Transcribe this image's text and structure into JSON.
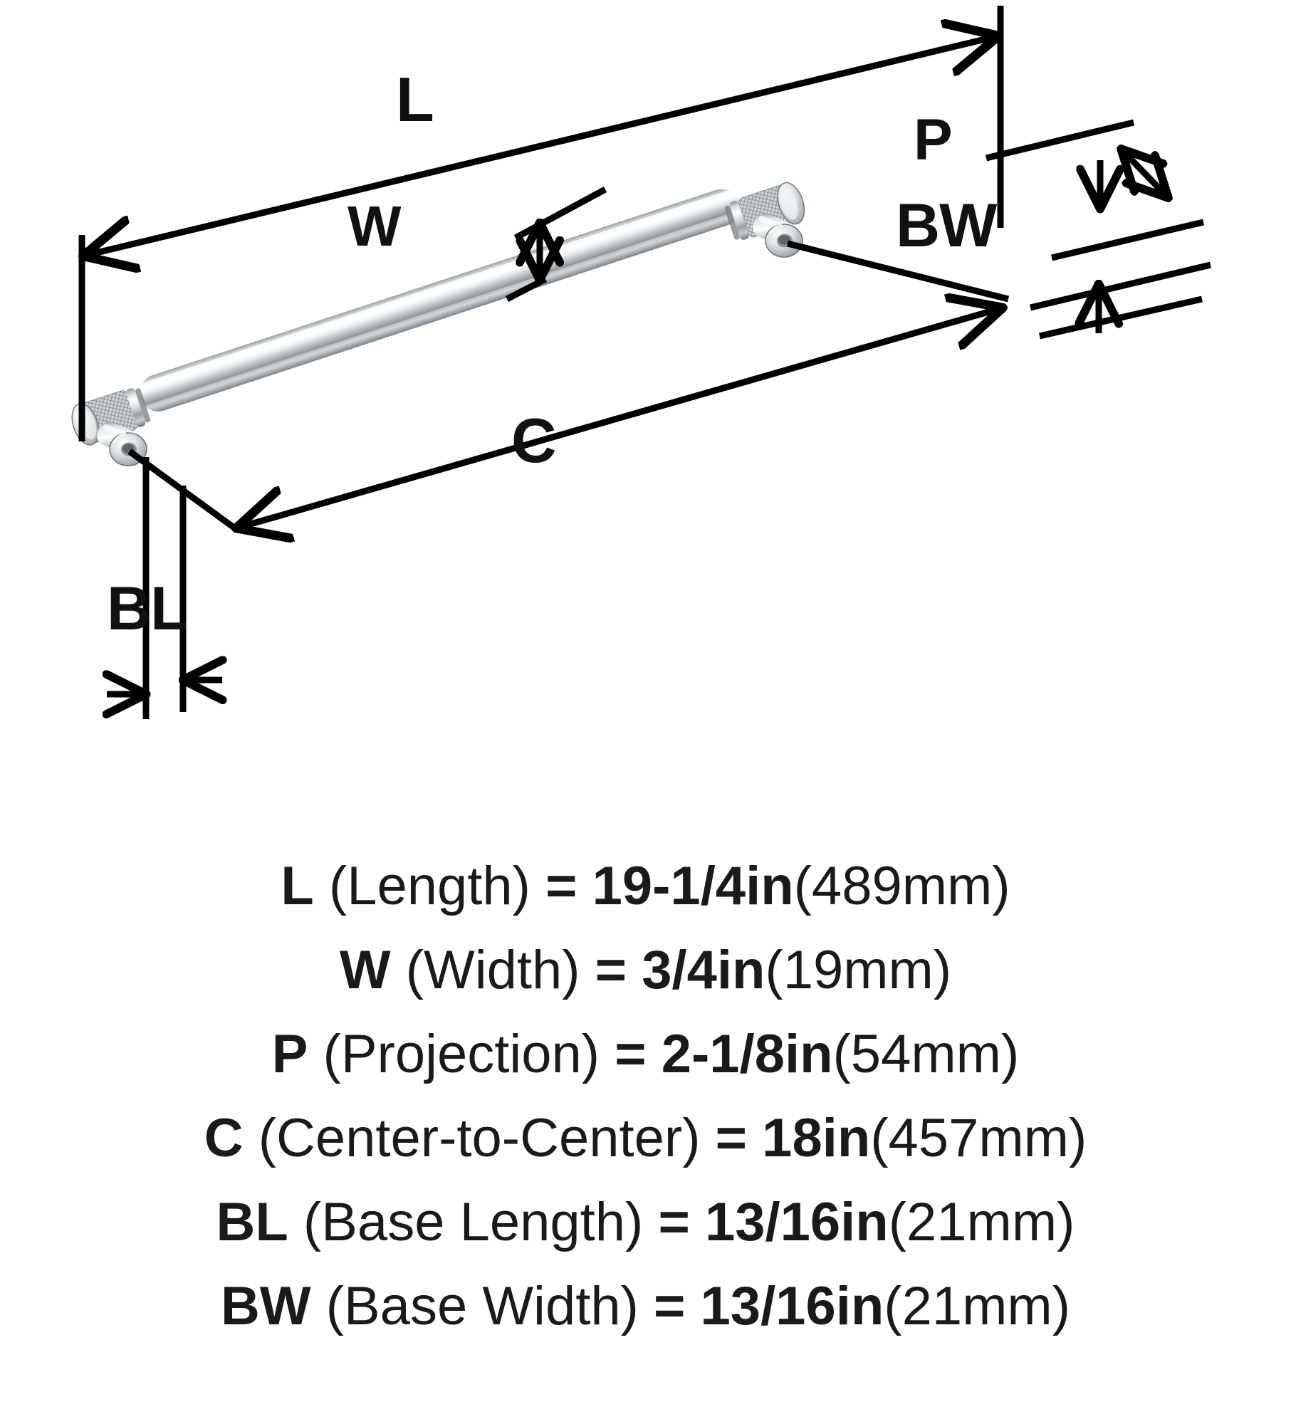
{
  "product": {
    "type": "cabinet-pull-handle",
    "finish": "polished-chrome",
    "view": "dimensioned-technical-illustration"
  },
  "diagram": {
    "labels": [
      {
        "id": "L",
        "text": "L",
        "name": "dimension-label-length"
      },
      {
        "id": "W",
        "text": "W",
        "name": "dimension-label-width"
      },
      {
        "id": "P",
        "text": "P",
        "name": "dimension-label-projection"
      },
      {
        "id": "BW",
        "text": "BW",
        "name": "dimension-label-base-width"
      },
      {
        "id": "C",
        "text": "C",
        "name": "dimension-label-center-to-center"
      },
      {
        "id": "BL",
        "text": "BL",
        "name": "dimension-label-base-length"
      }
    ],
    "line_color": "#000000",
    "background_color": "#ffffff"
  },
  "legend": {
    "rows": [
      {
        "key": "L",
        "desc": " (Length)",
        "eq": " = ",
        "value_in": "19-1/4in",
        "value_mm": "(489mm)"
      },
      {
        "key": "W",
        "desc": " (Width)",
        "eq": " = ",
        "value_in": "3/4in",
        "value_mm": "(19mm)"
      },
      {
        "key": "P",
        "desc": " (Projection)",
        "eq": " = ",
        "value_in": "2-1/8in",
        "value_mm": "(54mm)"
      },
      {
        "key": "C",
        "desc": " (Center-to-Center)",
        "eq": " = ",
        "value_in": "18in",
        "value_mm": "(457mm)"
      },
      {
        "key": "BL",
        "desc": " (Base Length)",
        "eq": " = ",
        "value_in": "13/16in",
        "value_mm": "(21mm)"
      },
      {
        "key": "BW",
        "desc": " (Base Width)",
        "eq": " = ",
        "value_in": "13/16in",
        "value_mm": "(21mm)"
      }
    ]
  }
}
